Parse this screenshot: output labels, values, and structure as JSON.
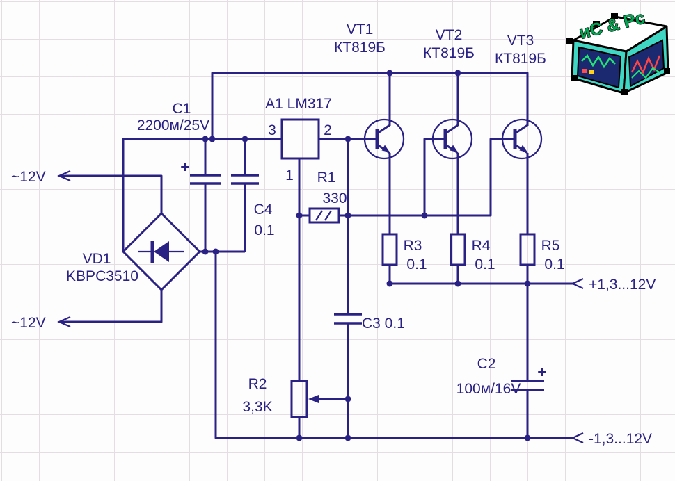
{
  "colors": {
    "circuit": "#2a2184",
    "grid_line": "#e4dde1",
    "paper": "#fdfdfd",
    "logo_face": "#3fd7c4",
    "logo_text_green": "#00a651",
    "logo_screen": "#1b2a70",
    "trace_green": "#21e573",
    "trace_red": "#ff4444"
  },
  "components": {
    "ac_input_top": {
      "label": "~12V"
    },
    "ac_input_bottom": {
      "label": "~12V"
    },
    "bridge": {
      "ref": "VD1",
      "part": "KBPC3510"
    },
    "c1": {
      "ref": "C1",
      "value": "2200м/25V",
      "polarity": "+"
    },
    "c4": {
      "ref": "C4",
      "value": "0.1"
    },
    "regulator": {
      "label": "A1 LM317",
      "pin_in": "3",
      "pin_out": "2",
      "pin_adj": "1"
    },
    "r1": {
      "ref": "R1",
      "value": "330"
    },
    "vt1": {
      "ref": "VT1",
      "part": "КТ819Б"
    },
    "vt2": {
      "ref": "VT2",
      "part": "КТ819Б"
    },
    "vt3": {
      "ref": "VT3",
      "part": "КТ819Б"
    },
    "r3": {
      "ref": "R3",
      "value": "0.1"
    },
    "r4": {
      "ref": "R4",
      "value": "0.1"
    },
    "r5": {
      "ref": "R5",
      "value": "0.1"
    },
    "c3": {
      "label": "C3 0.1"
    },
    "r2": {
      "ref": "R2",
      "value": "3,3K"
    },
    "c2": {
      "ref": "C2",
      "value": "100м/16V",
      "polarity": "+"
    },
    "output_positive": {
      "label": "+1,3...12V"
    },
    "output_negative": {
      "label": "-1,3...12V"
    }
  },
  "logo": {
    "text": "иС & Pc"
  }
}
